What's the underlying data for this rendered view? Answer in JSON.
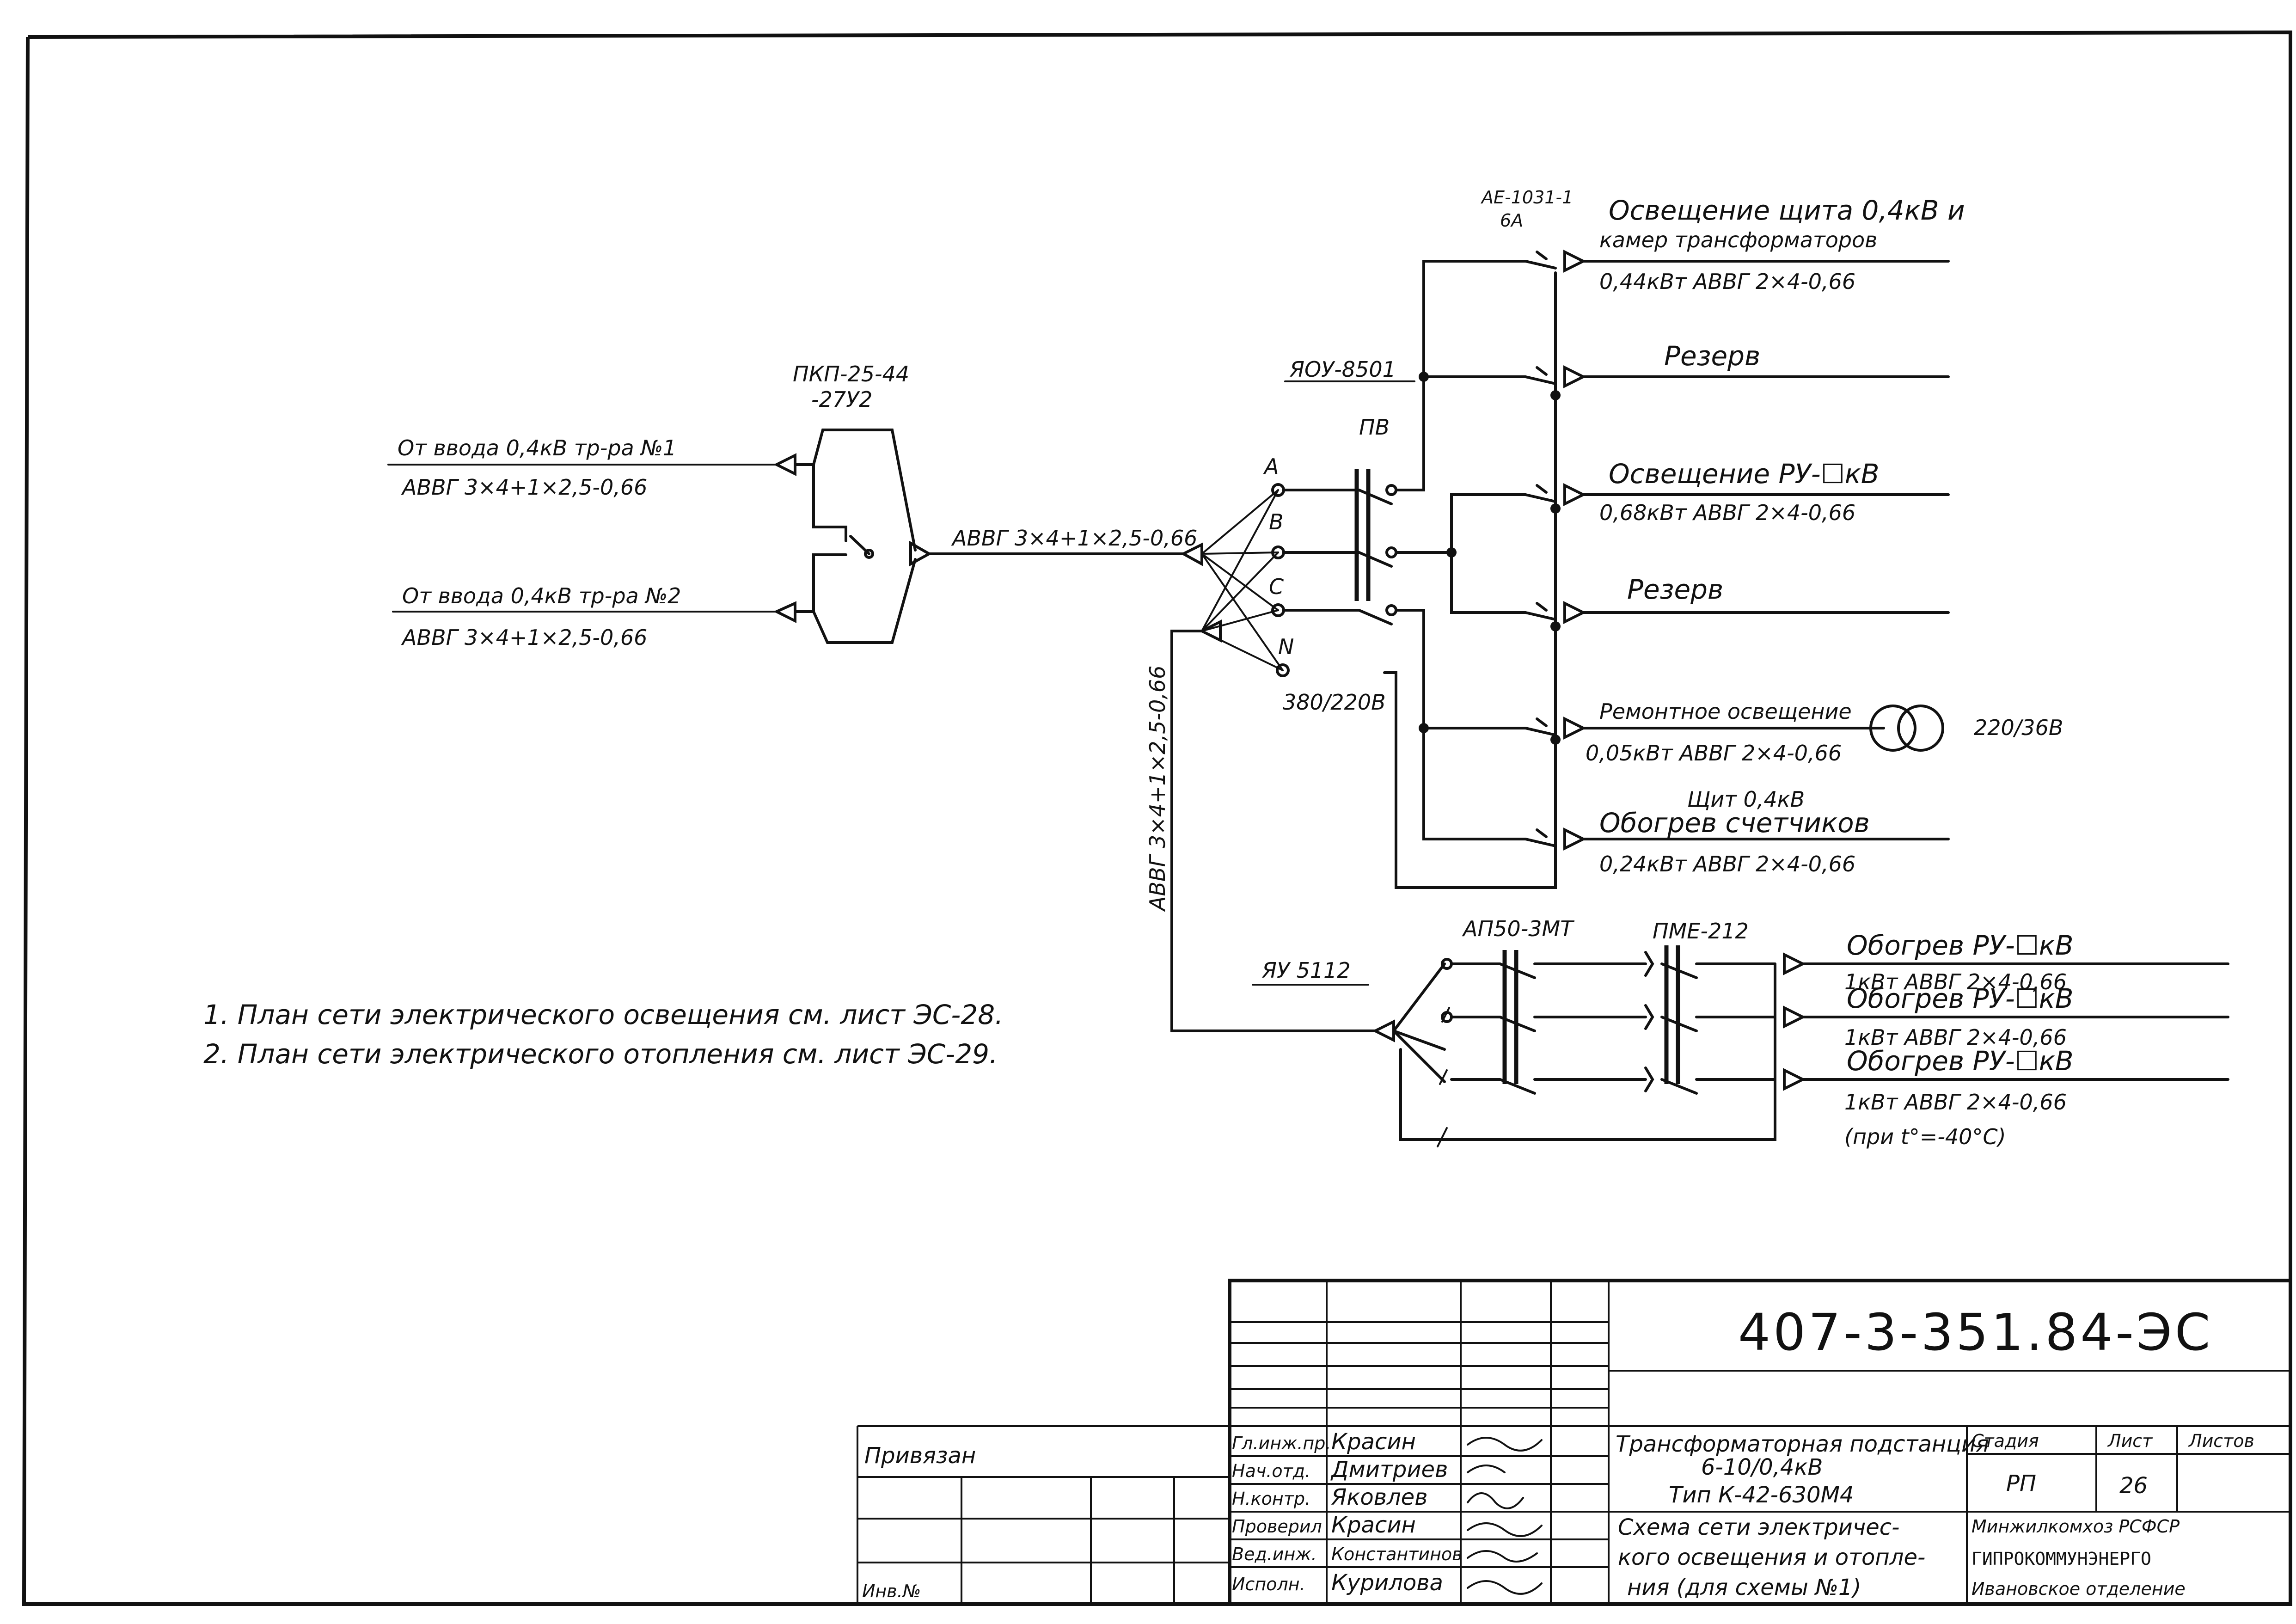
{
  "title_block": {
    "code": "407-3-351.84-ЭС",
    "privyazan": "Привязан",
    "inv_no": "Инв.№",
    "signatures": [
      {
        "role": "Гл.инж.пр.",
        "name": "Красин"
      },
      {
        "role": "Нач.отд.",
        "name": "Дмитриев"
      },
      {
        "role": "Н.контр.",
        "name": "Яковлев"
      },
      {
        "role": "Проверил",
        "name": "Красин"
      },
      {
        "role": "Вед.инж.",
        "name": "Константинов"
      },
      {
        "role": "Исполн.",
        "name": "Курилова"
      }
    ],
    "project_title": [
      "Трансформаторная подстанция",
      "6-10/0,4кВ",
      "Тип К-42-630М4"
    ],
    "sheet_title": [
      "Схема сети электричес-",
      "кого освещения и отопле-",
      "ния (для схемы №1)"
    ],
    "stage_label": "Стадия",
    "sheet_label": "Лист",
    "sheets_label": "Листов",
    "stage_value": "РП",
    "sheet_value": "26",
    "org": [
      "Минжилкомхоз РСФСР",
      "ГИПРОКОММУНЭНЕРГО",
      "Ивановское отделение"
    ]
  },
  "notes": [
    "1. План сети электрического освещения см. лист ЭС-28.",
    "2. План сети электрического отопления см. лист ЭС-29."
  ],
  "inputs": {
    "input1_label": "От ввода 0,4кВ тр-ра №1",
    "input1_cable": "АВВГ 3×4+1×2,5-0,66",
    "input2_label": "От ввода 0,4кВ тр-ра №2",
    "input2_cable": "АВВГ 3×4+1×2,5-0,66",
    "switch_type": [
      "ПКП-25-44",
      "-27У2"
    ],
    "trunk_cable": "АВВГ 3×4+1×2,5-0,66",
    "vertical_cable": "АВВГ 3×4+1×2,5-0,66"
  },
  "panel_lighting": {
    "box": "ЯОУ-8501",
    "switch": "ПВ",
    "voltage": "380/220В",
    "phases": [
      "A",
      "B",
      "C",
      "N"
    ],
    "breaker": [
      "АЕ-1031-1",
      "6А"
    ],
    "circuits": [
      {
        "name": "Освещение щита 0,4кВ и",
        "name2": "камер трансформаторов",
        "spec": "0,44кВт  АВВГ 2×4-0,66"
      },
      {
        "name": "Резерв"
      },
      {
        "name": "Освещение РУ-☐кВ",
        "spec": "0,68кВт  АВВГ 2×4-0,66"
      },
      {
        "name": "Резерв"
      },
      {
        "name": "Ремонтное освещение",
        "spec": "0,05кВт  АВВГ 2×4-0,66",
        "trafo": "220/36В"
      },
      {
        "name": "Щит 0,4кВ",
        "name2": "Обогрев  счетчиков",
        "spec": "0,24кВт    АВВГ 2×4-0,66"
      }
    ]
  },
  "panel_heating": {
    "box": "ЯУ 5112",
    "breaker": "АП50-3МТ",
    "starter": "ПМЕ-212",
    "circuits": [
      {
        "name": "Обогрев  РУ-☐кВ",
        "spec": "1кВт   АВВГ 2×4-0,66"
      },
      {
        "name": "Обогрев  РУ-☐кВ",
        "spec": "1кВт   АВВГ 2×4-0,66"
      },
      {
        "name": "Обогрев РУ-☐кВ",
        "spec": "1кВт   АВВГ 2×4-0,66",
        "cond": "(при t°=-40°С)"
      }
    ]
  }
}
